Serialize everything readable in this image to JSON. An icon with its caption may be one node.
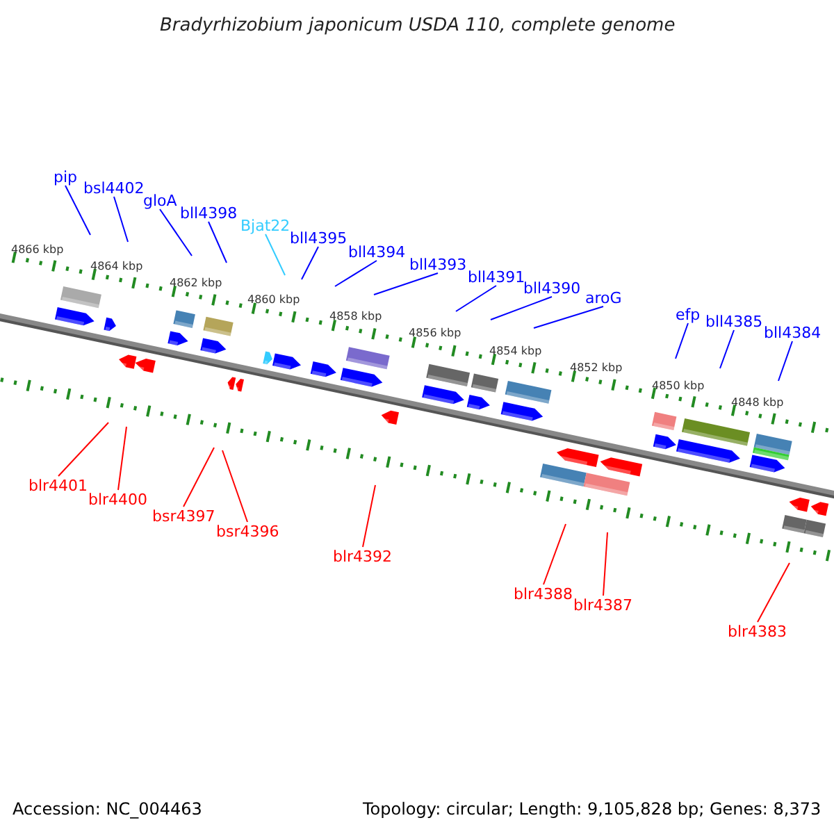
{
  "diagram": {
    "title": "Bradyrhizobium japonicum USDA 110, complete genome",
    "nodes": [
      {
        "text": [
          "pip"
        ]
      },
      {
        "text": [
          "bsl4402"
        ]
      },
      {
        "text": [
          "gloA"
        ]
      },
      {
        "text": [
          "bll4398"
        ]
      },
      {
        "text": [
          "Bjat22"
        ]
      },
      {
        "text": [
          "bll4395"
        ]
      },
      {
        "text": [
          "bll4394"
        ]
      },
      {
        "text": [
          "bll4393"
        ]
      },
      {
        "text": [
          "bll4391"
        ]
      },
      {
        "text": [
          "bll4390"
        ]
      },
      {
        "text": [
          "aroG"
        ]
      },
      {
        "text": [
          "efp"
        ]
      },
      {
        "text": [
          "bll4385"
        ]
      },
      {
        "text": [
          "bll4384"
        ]
      },
      {
        "text": [
          "blr4401"
        ]
      },
      {
        "text": [
          "blr4400"
        ]
      },
      {
        "text": [
          "bsr4397"
        ]
      },
      {
        "text": [
          "bsr4396"
        ]
      },
      {
        "text": [
          "blr4392"
        ]
      },
      {
        "text": [
          "blr4388"
        ]
      },
      {
        "text": [
          "blr4387"
        ]
      },
      {
        "text": [
          "blr4383"
        ]
      }
    ],
    "edges": [
      {
        "from": 0,
        "to": null,
        "arrow": "none"
      },
      {
        "from": 1,
        "to": null,
        "arrow": "none"
      },
      {
        "from": 2,
        "to": null,
        "arrow": "none"
      },
      {
        "from": 3,
        "to": null,
        "arrow": "none"
      },
      {
        "from": 4,
        "to": null,
        "arrow": "none",
        "color": "#33ccff"
      },
      {
        "from": 5,
        "to": null,
        "arrow": "none"
      },
      {
        "from": 6,
        "to": null,
        "arrow": "none"
      },
      {
        "from": 7,
        "to": null,
        "arrow": "none"
      },
      {
        "from": 8,
        "to": null,
        "arrow": "none"
      },
      {
        "from": 9,
        "to": null,
        "arrow": "none"
      },
      {
        "from": 10,
        "to": null,
        "arrow": "none"
      },
      {
        "from": 11,
        "to": null,
        "arrow": "none"
      },
      {
        "from": 12,
        "to": null,
        "arrow": "none"
      },
      {
        "from": 13,
        "to": null,
        "arrow": "none"
      },
      {
        "from": 14,
        "to": null,
        "arrow": "none",
        "color": "#ff0000"
      },
      {
        "from": 15,
        "to": null,
        "arrow": "none",
        "color": "#ff0000"
      },
      {
        "from": 16,
        "to": null,
        "arrow": "none",
        "color": "#ff0000"
      },
      {
        "from": 17,
        "to": null,
        "arrow": "none",
        "color": "#ff0000"
      },
      {
        "from": 18,
        "to": null,
        "arrow": "none",
        "color": "#ff0000"
      },
      {
        "from": 19,
        "to": null,
        "arrow": "none",
        "color": "#ff0000"
      },
      {
        "from": 20,
        "to": null,
        "arrow": "none",
        "color": "#ff0000"
      },
      {
        "from": 21,
        "to": null,
        "arrow": "none",
        "color": "#ff0000"
      }
    ],
    "labels": [
      "4866 kbp",
      "4864 kbp",
      "4862 kbp",
      "4860 kbp",
      "4858 kbp",
      "4856 kbp",
      "4854 kbp",
      "4852 kbp",
      "4850 kbp",
      "4848 kbp",
      "Accession: NC_004463",
      "Topology: circular; Length: 9,105,828 bp; Genes: 8,373"
    ]
  }
}
